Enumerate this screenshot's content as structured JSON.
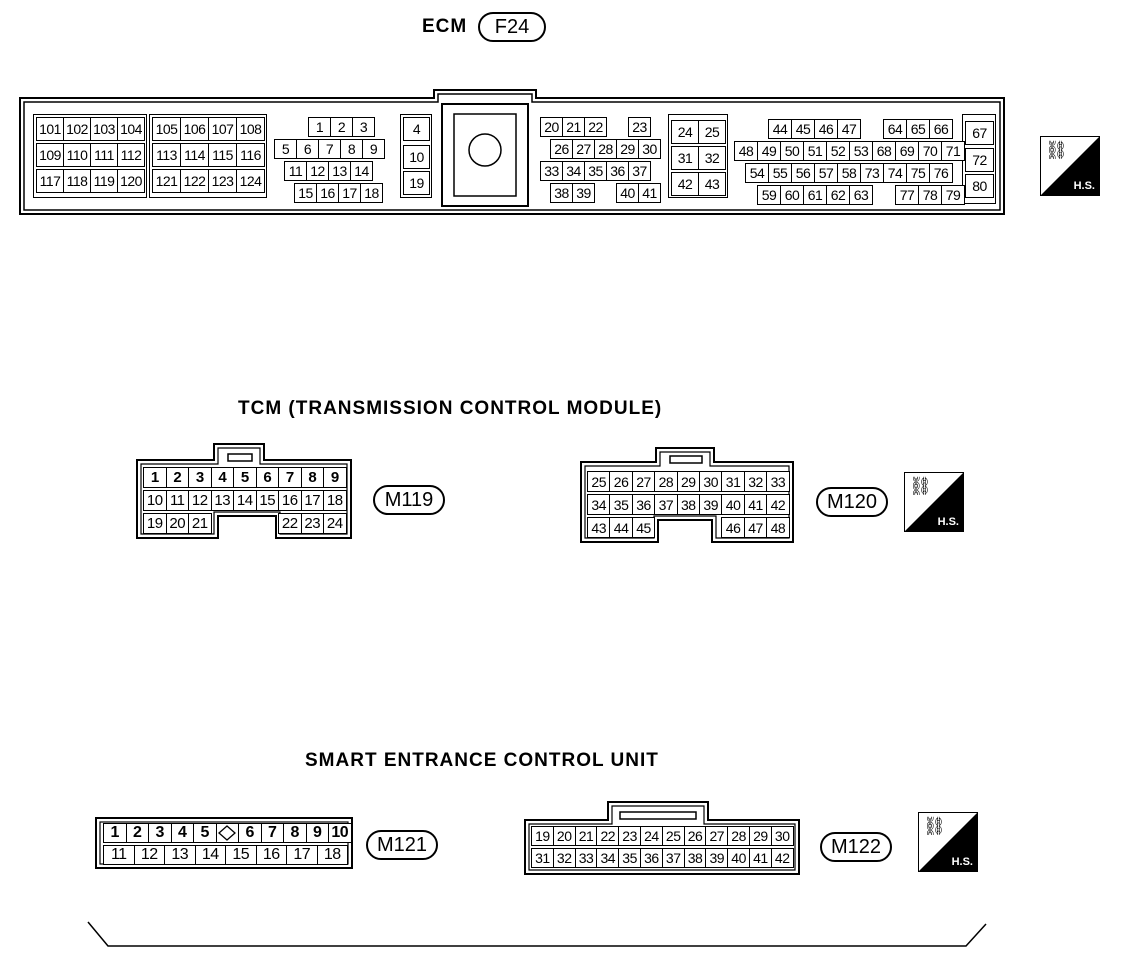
{
  "ecm": {
    "title": "ECM",
    "code": "F24",
    "pins": [
      "101",
      "102",
      "103",
      "104",
      "105",
      "106",
      "107",
      "108",
      "109",
      "110",
      "111",
      "112",
      "113",
      "114",
      "115",
      "116",
      "117",
      "118",
      "119",
      "120",
      "121",
      "122",
      "123",
      "124",
      "1",
      "2",
      "3",
      "5",
      "6",
      "7",
      "8",
      "9",
      "11",
      "12",
      "13",
      "14",
      "15",
      "16",
      "17",
      "18",
      "4",
      "10",
      "19",
      "20",
      "21",
      "22",
      "23",
      "26",
      "27",
      "28",
      "29",
      "30",
      "33",
      "34",
      "35",
      "36",
      "37",
      "38",
      "39",
      "40",
      "41",
      "24",
      "25",
      "31",
      "32",
      "42",
      "43",
      "44",
      "45",
      "46",
      "47",
      "64",
      "65",
      "66",
      "48",
      "49",
      "50",
      "51",
      "52",
      "53",
      "68",
      "69",
      "70",
      "71",
      "54",
      "55",
      "56",
      "57",
      "58",
      "73",
      "74",
      "75",
      "76",
      "59",
      "60",
      "61",
      "62",
      "63",
      "77",
      "78",
      "79",
      "67",
      "72",
      "80"
    ]
  },
  "tcm": {
    "title": "TCM (TRANSMISSION CONTROL MODULE)",
    "m119": {
      "code": "M119",
      "pins": [
        "1",
        "2",
        "3",
        "4",
        "5",
        "6",
        "7",
        "8",
        "9",
        "10",
        "11",
        "12",
        "13",
        "14",
        "15",
        "16",
        "17",
        "18",
        "19",
        "20",
        "21",
        "22",
        "23",
        "24"
      ]
    },
    "m120": {
      "code": "M120",
      "pins": [
        "25",
        "26",
        "27",
        "28",
        "29",
        "30",
        "31",
        "32",
        "33",
        "34",
        "35",
        "36",
        "37",
        "38",
        "39",
        "40",
        "41",
        "42",
        "43",
        "44",
        "45",
        "46",
        "47",
        "48"
      ]
    }
  },
  "secu": {
    "title": "SMART ENTRANCE CONTROL UNIT",
    "m121": {
      "code": "M121",
      "pins": [
        "1",
        "2",
        "3",
        "4",
        "5",
        "6",
        "7",
        "8",
        "9",
        "10",
        "11",
        "12",
        "13",
        "14",
        "15",
        "16",
        "17",
        "18"
      ]
    },
    "m122": {
      "code": "M122",
      "pins": [
        "19",
        "20",
        "21",
        "22",
        "23",
        "24",
        "25",
        "26",
        "27",
        "28",
        "29",
        "30",
        "31",
        "32",
        "33",
        "34",
        "35",
        "36",
        "37",
        "38",
        "39",
        "40",
        "41",
        "42"
      ]
    }
  },
  "hs_label": "H.S.",
  "hs_icon": "connector-icon"
}
